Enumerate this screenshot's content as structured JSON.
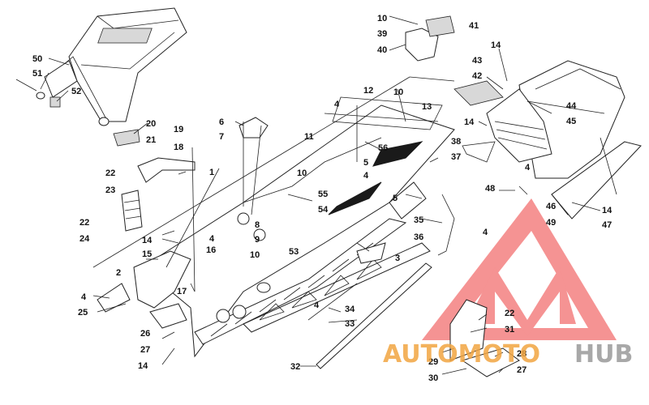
{
  "callouts": [
    {
      "id": "c1",
      "label": "1"
    },
    {
      "id": "c2",
      "label": "2"
    },
    {
      "id": "c3",
      "label": "3"
    },
    {
      "id": "c4a",
      "label": "4"
    },
    {
      "id": "c4b",
      "label": "4"
    },
    {
      "id": "c4c",
      "label": "4"
    },
    {
      "id": "c4d",
      "label": "4"
    },
    {
      "id": "c4e",
      "label": "4"
    },
    {
      "id": "c4f",
      "label": "4"
    },
    {
      "id": "c4g",
      "label": "4"
    },
    {
      "id": "c5a",
      "label": "5"
    },
    {
      "id": "c5b",
      "label": "5"
    },
    {
      "id": "c6",
      "label": "6"
    },
    {
      "id": "c7",
      "label": "7"
    },
    {
      "id": "c8",
      "label": "8"
    },
    {
      "id": "c9",
      "label": "9"
    },
    {
      "id": "c10a",
      "label": "10"
    },
    {
      "id": "c10b",
      "label": "10"
    },
    {
      "id": "c10c",
      "label": "10"
    },
    {
      "id": "c10d",
      "label": "10"
    },
    {
      "id": "c11",
      "label": "11"
    },
    {
      "id": "c12",
      "label": "12"
    },
    {
      "id": "c13",
      "label": "13"
    },
    {
      "id": "c14a",
      "label": "14"
    },
    {
      "id": "c14b",
      "label": "14"
    },
    {
      "id": "c14c",
      "label": "14"
    },
    {
      "id": "c14d",
      "label": "14"
    },
    {
      "id": "c14e",
      "label": "14"
    },
    {
      "id": "c15",
      "label": "15"
    },
    {
      "id": "c16",
      "label": "16"
    },
    {
      "id": "c17",
      "label": "17"
    },
    {
      "id": "c18",
      "label": "18"
    },
    {
      "id": "c19",
      "label": "19"
    },
    {
      "id": "c20",
      "label": "20"
    },
    {
      "id": "c21",
      "label": "21"
    },
    {
      "id": "c22a",
      "label": "22"
    },
    {
      "id": "c22b",
      "label": "22"
    },
    {
      "id": "c22c",
      "label": "22"
    },
    {
      "id": "c23",
      "label": "23"
    },
    {
      "id": "c24",
      "label": "24"
    },
    {
      "id": "c25",
      "label": "25"
    },
    {
      "id": "c26",
      "label": "26"
    },
    {
      "id": "c27a",
      "label": "27"
    },
    {
      "id": "c27b",
      "label": "27"
    },
    {
      "id": "c28",
      "label": "28"
    },
    {
      "id": "c29",
      "label": "29"
    },
    {
      "id": "c30",
      "label": "30"
    },
    {
      "id": "c31",
      "label": "31"
    },
    {
      "id": "c32",
      "label": "32"
    },
    {
      "id": "c33",
      "label": "33"
    },
    {
      "id": "c34",
      "label": "34"
    },
    {
      "id": "c35",
      "label": "35"
    },
    {
      "id": "c36",
      "label": "36"
    },
    {
      "id": "c37",
      "label": "37"
    },
    {
      "id": "c38",
      "label": "38"
    },
    {
      "id": "c39",
      "label": "39"
    },
    {
      "id": "c40",
      "label": "40"
    },
    {
      "id": "c41",
      "label": "41"
    },
    {
      "id": "c42",
      "label": "42"
    },
    {
      "id": "c43",
      "label": "43"
    },
    {
      "id": "c44",
      "label": "44"
    },
    {
      "id": "c45",
      "label": "45"
    },
    {
      "id": "c46",
      "label": "46"
    },
    {
      "id": "c47",
      "label": "47"
    },
    {
      "id": "c48",
      "label": "48"
    },
    {
      "id": "c49",
      "label": "49"
    },
    {
      "id": "c50",
      "label": "50"
    },
    {
      "id": "c51",
      "label": "51"
    },
    {
      "id": "c52",
      "label": "52"
    },
    {
      "id": "c53",
      "label": "53"
    },
    {
      "id": "c54",
      "label": "54"
    },
    {
      "id": "c55",
      "label": "55"
    },
    {
      "id": "c56",
      "label": "56"
    }
  ],
  "watermark": {
    "text_orange": "AUTOMOTO",
    "text_grey": "HUB",
    "color_orange": "#f2a541",
    "color_grey": "#9a9a9a",
    "color_logo": "#ee3b3b"
  }
}
